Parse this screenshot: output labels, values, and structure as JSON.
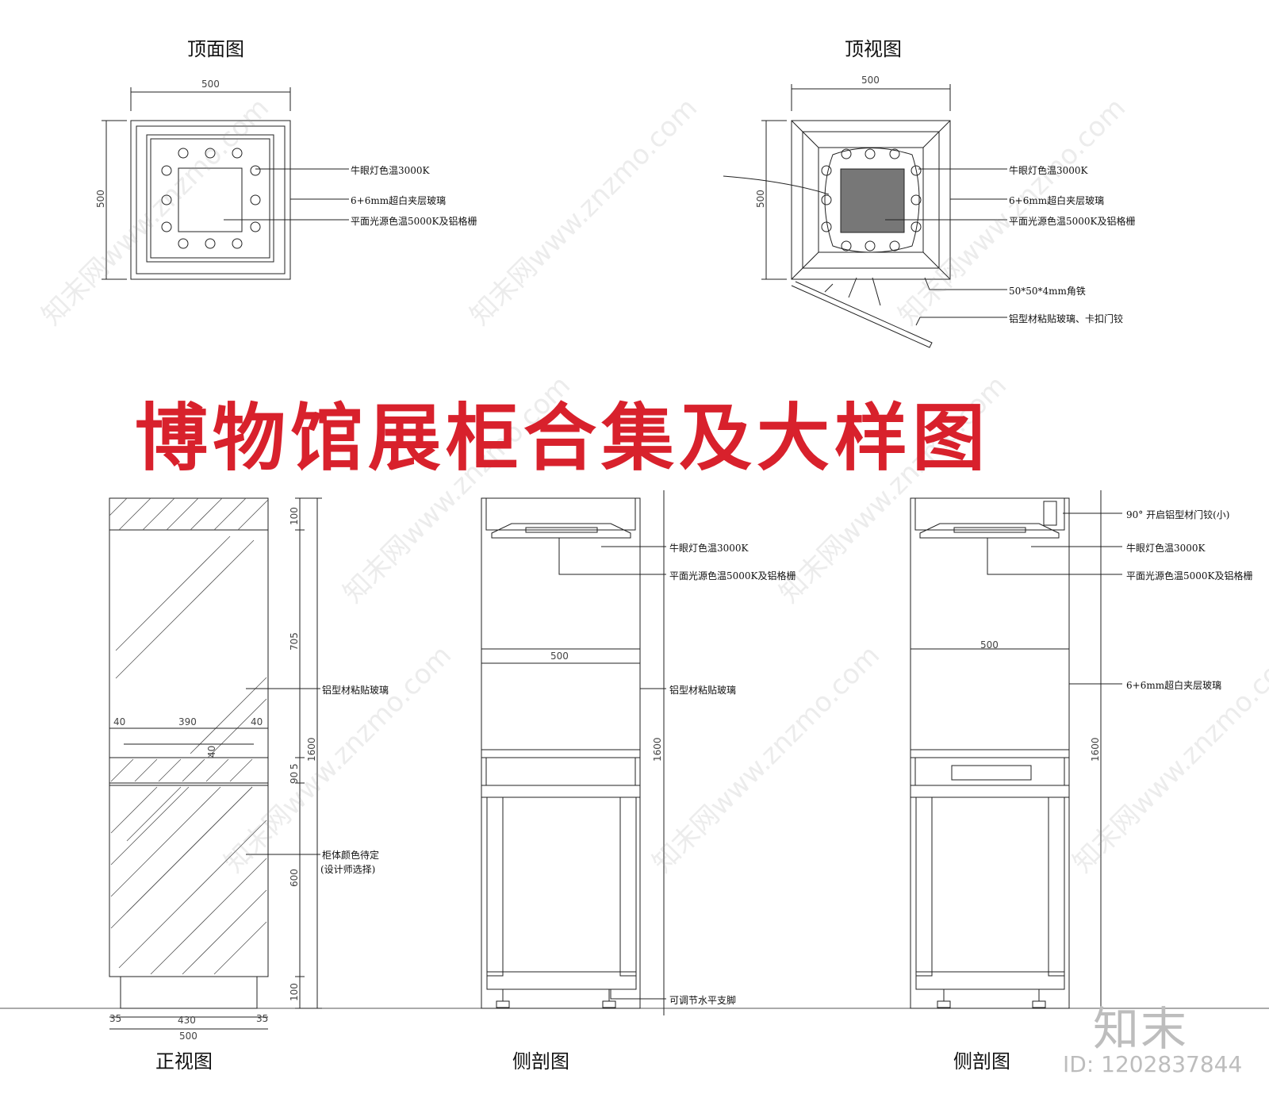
{
  "title": "博物馆展柜合集及大样图",
  "views": {
    "top_plan": "顶面图",
    "top_view": "顶视图",
    "front_view": "正视图",
    "side_section_1": "侧剖图",
    "side_section_2": "侧剖图"
  },
  "labels": {
    "spot_light": "牛眼灯色温3000K",
    "laminated_glass": "6+6mm超白夹层玻璃",
    "panel_light": "平面光源色温5000K及铝格栅",
    "angle_iron": "50*50*4mm角铁",
    "door_hinge": "铝型材粘贴玻璃、卡扣门铰",
    "aluminum_glass": "铝型材粘贴玻璃",
    "cabinet_color_1": "柜体颜色待定",
    "cabinet_color_2": "(设计师选择)",
    "leveling_foot": "可调节水平支脚",
    "hinge_small": "90° 开启铝型材门铰(小)"
  },
  "dimensions": {
    "d500": "500",
    "d100": "100",
    "d705": "705",
    "d1600": "1600",
    "d5": "5",
    "d90": "90",
    "d600": "600",
    "d40": "40",
    "d390": "390",
    "d35": "35",
    "d430": "430"
  },
  "watermark": {
    "logo": "知末",
    "image_id": "ID: 1202837844",
    "text": "知末网www.znzmo.com"
  }
}
